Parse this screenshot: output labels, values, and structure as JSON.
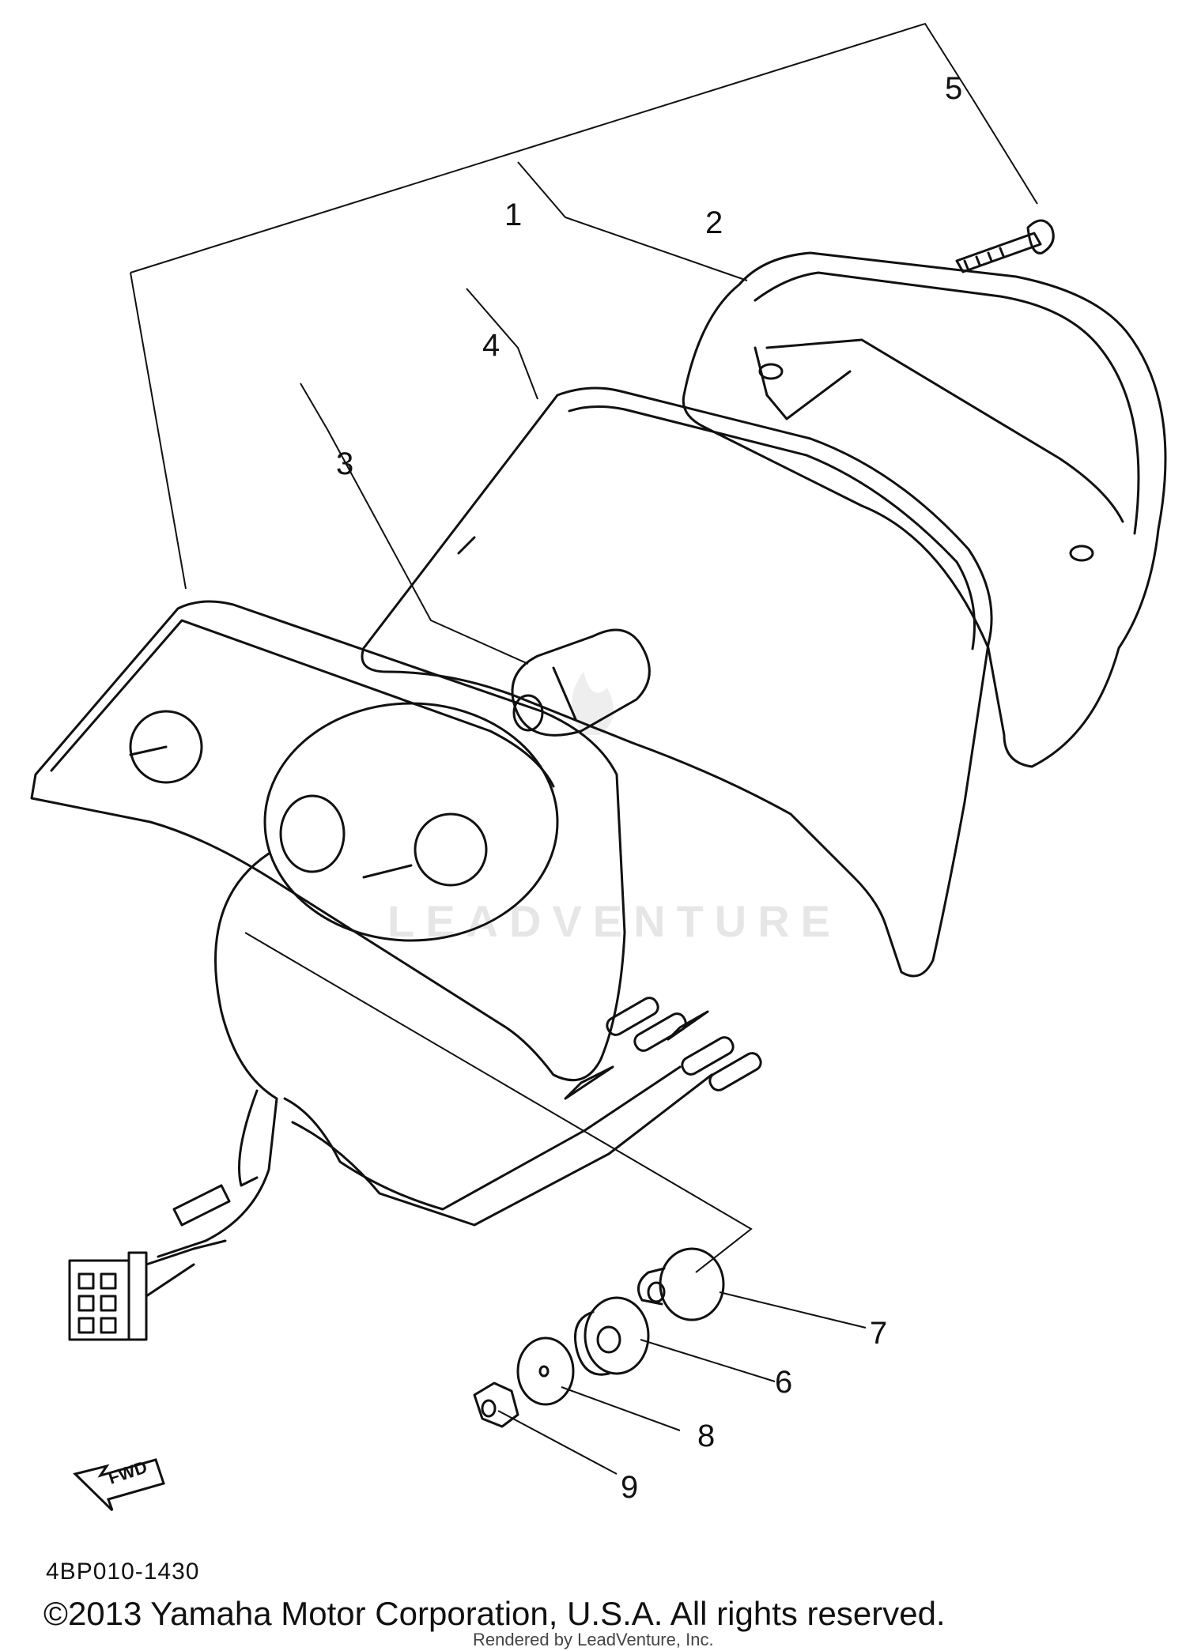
{
  "figure_code": "4BP010-1430",
  "copyright": "©2013 Yamaha Motor Corporation, U.S.A. All rights reserved.",
  "rendered_by": "Rendered by LeadVenture, Inc.",
  "watermark": "LEADVENTURE",
  "fwd_label": "FWD",
  "callouts": {
    "c1": "1",
    "c2": "2",
    "c3": "3",
    "c4": "4",
    "c5": "5",
    "c6": "6",
    "c7": "7",
    "c8": "8",
    "c9": "9"
  }
}
